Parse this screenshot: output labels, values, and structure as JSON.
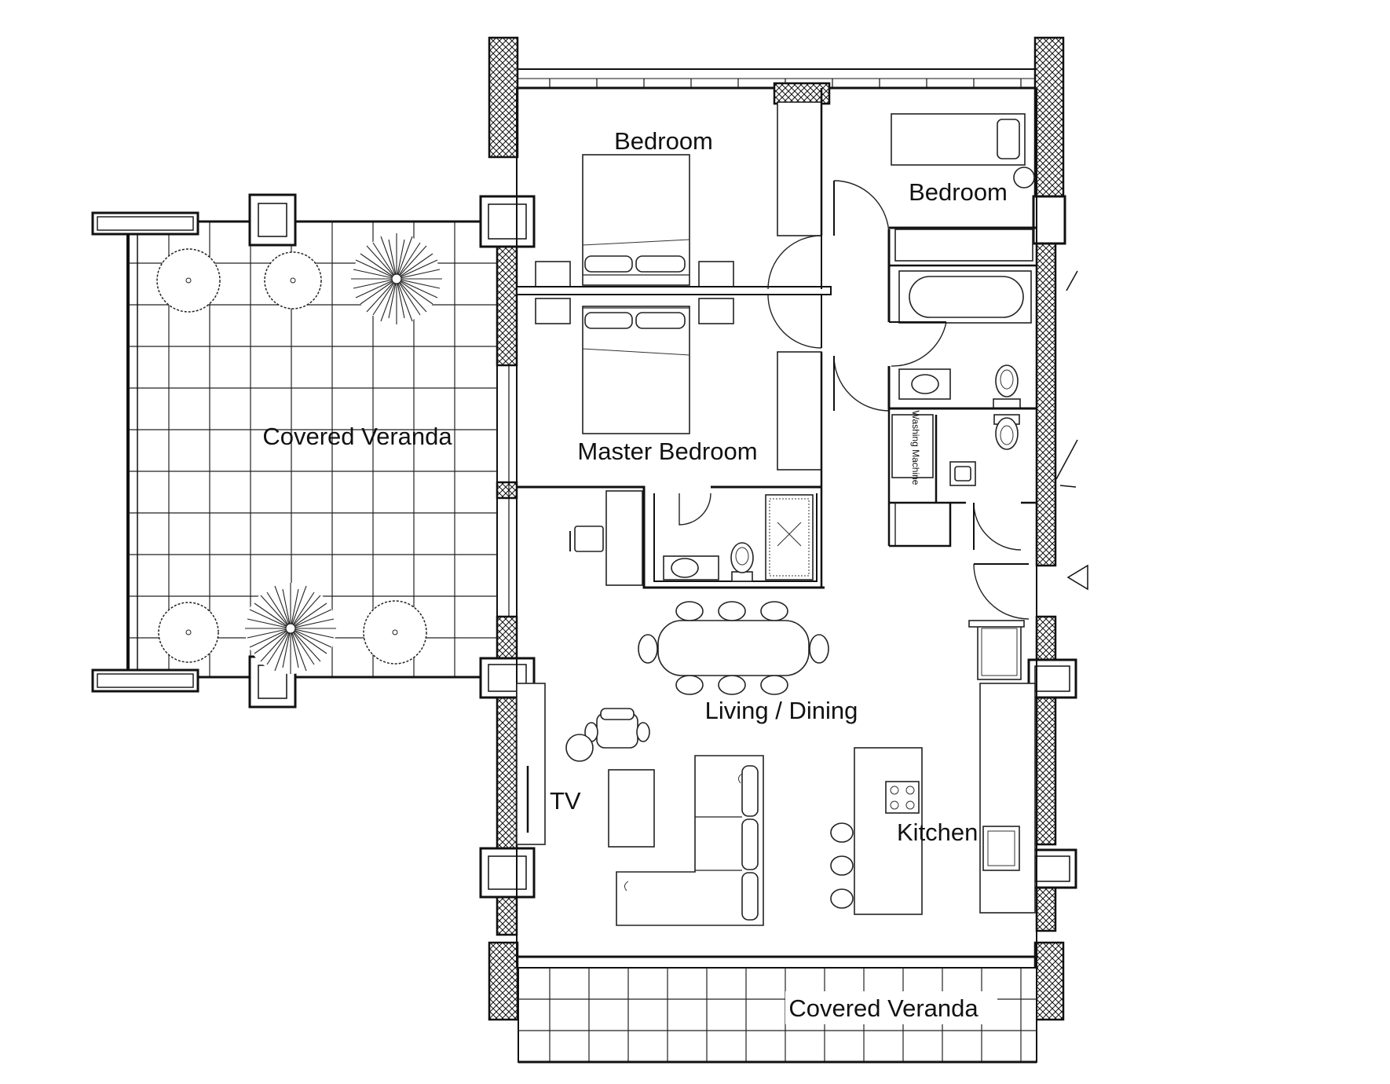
{
  "rooms": {
    "bedroom_top_left": "Bedroom",
    "bedroom_top_right": "Bedroom",
    "master_bedroom": "Master Bedroom",
    "covered_veranda_left": "Covered Veranda",
    "living_dining": "Living / Dining",
    "kitchen": "Kitchen",
    "covered_veranda_bottom": "Covered Veranda"
  },
  "fixtures": {
    "tv": "TV",
    "washing_machine": "Washing Machine"
  }
}
